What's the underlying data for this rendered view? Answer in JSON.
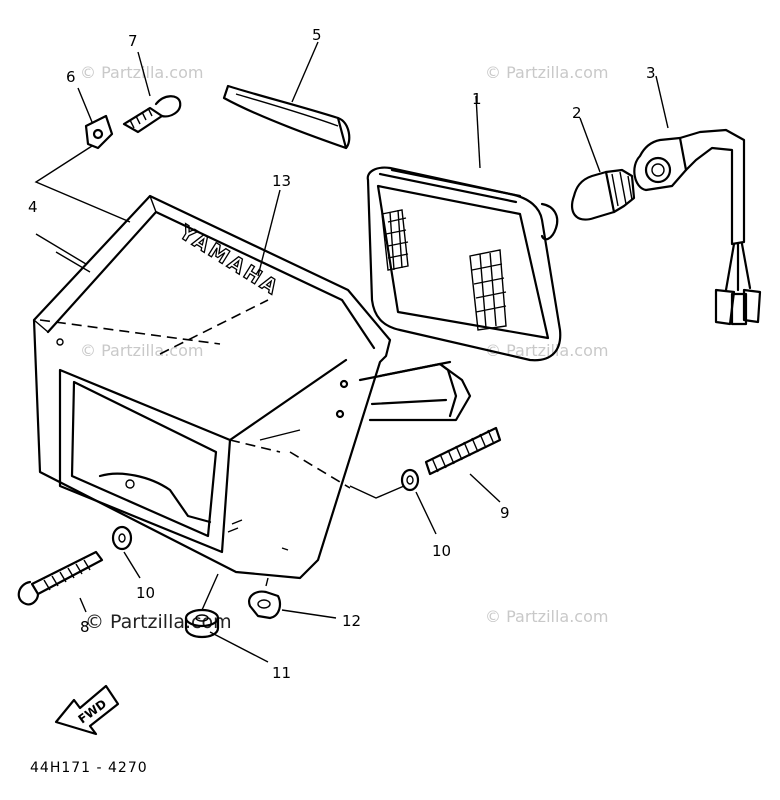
{
  "watermark": "© Partzilla.com",
  "partzilla_label": "© Partzilla.com",
  "drawing_code": "44H171 - 4270",
  "fwd_label": "FWD",
  "brand_lettering": "YAMAHA",
  "callouts": {
    "c1": "1",
    "c2": "2",
    "c3": "3",
    "c4": "4",
    "c5": "5",
    "c6": "6",
    "c7": "7",
    "c8": "8",
    "c9": "9",
    "c10a": "10",
    "c10b": "10",
    "c11": "11",
    "c12": "12",
    "c13": "13"
  }
}
